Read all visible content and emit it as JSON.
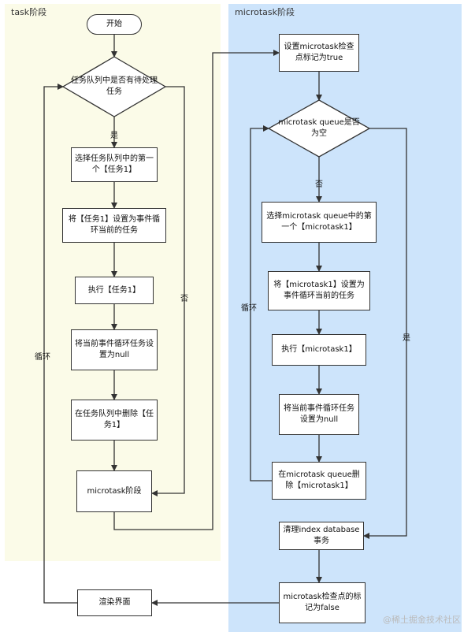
{
  "panels": {
    "task_title": "task阶段",
    "micro_title": "microtask阶段"
  },
  "task_flow": {
    "start": "开始",
    "decision": "任务队列中是否有待处理任务",
    "select": "选择任务队列中的第一个【任务1】",
    "set_current": "将【任务1】设置为事件循环当前的任务",
    "execute": "执行【任务1】",
    "reset": "将当前事件循环任务设置为null",
    "remove": "在任务队列中删除【任务1】",
    "micro_stage": "microtask阶段",
    "render": "渲染界面",
    "yes_label": "是",
    "no_label": "否",
    "loop_label": "循环"
  },
  "micro_flow": {
    "set_flag": "设置microtask检查点标记为true",
    "decision": "microtask queue是否为空",
    "select": "选择microtask queue中的第一个【microtask1】",
    "set_current": "将【microtask1】设置为事件循环当前的任务",
    "execute": "执行【microtask1】",
    "reset": "将当前事件循环任务设置为null",
    "remove": "在microtask queue删除【microtask1】",
    "cleanup": "清理index database事务",
    "clear_flag": "microtask检查点的标记为false",
    "no_label": "否",
    "yes_label": "是",
    "loop_label": "循环"
  },
  "watermark": "@稀土掘金技术社区"
}
